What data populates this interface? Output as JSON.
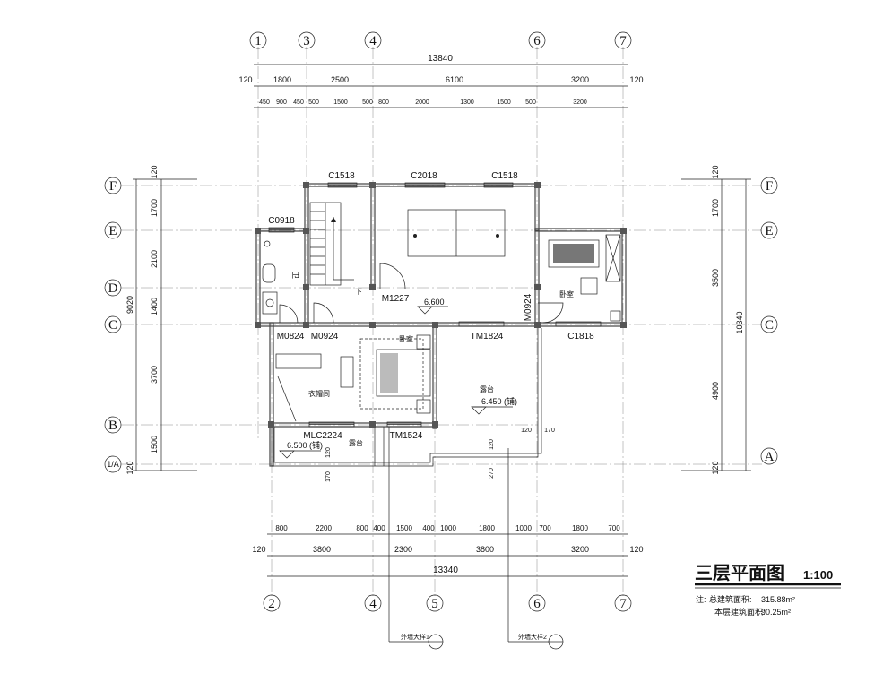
{
  "drawing": {
    "title": "三层平面图",
    "scale": "1:100",
    "note_label": "注:",
    "note_total_label": "总建筑面积:",
    "note_total_value": "315.88m²",
    "note_floor_label": "本层建筑面积:",
    "note_floor_value": "90.25m²"
  },
  "axes": {
    "top": [
      "1",
      "3",
      "4",
      "6",
      "7"
    ],
    "bottom": [
      "2",
      "4",
      "5",
      "6",
      "7"
    ],
    "left": [
      "F",
      "E",
      "D",
      "C",
      "B",
      "1/A"
    ],
    "right": [
      "F",
      "E",
      "C",
      "A"
    ]
  },
  "dims": {
    "top_total": "13840",
    "top_mid": [
      "120",
      "1800",
      "2500",
      "6100",
      "3200",
      "120"
    ],
    "top_fine": [
      "450",
      "900",
      "450",
      "500",
      "1500",
      "500",
      "800",
      "2000",
      "1300",
      "1500",
      "500",
      "3200"
    ],
    "bottom_total": "13340",
    "bottom_mid": [
      "120",
      "3800",
      "2300",
      "3800",
      "3200",
      "120"
    ],
    "bottom_fine": [
      "800",
      "2200",
      "800",
      "400",
      "1500",
      "400",
      "1000",
      "1800",
      "1000",
      "700",
      "1800",
      "700"
    ],
    "left_total": "9020",
    "left_parts": [
      "120",
      "1700",
      "2100",
      "1400",
      "3700",
      "1500",
      "120"
    ],
    "right_total": "10340",
    "right_parts": [
      "120",
      "1700",
      "3500",
      "4900",
      "120"
    ],
    "local": [
      "120",
      "170",
      "120",
      "170",
      "270",
      "120"
    ]
  },
  "labels": {
    "openings": [
      "C1518",
      "C2018",
      "C1518",
      "C0918",
      "M1227",
      "M0924",
      "M0824",
      "M0924",
      "TM1824",
      "C1818",
      "MLC2224",
      "TM1524"
    ],
    "rooms": {
      "bedroom_1": "卧室",
      "bedroom_2": "卧室",
      "closet": "衣帽间",
      "terrace_1": "露台",
      "terrace_2": "露台",
      "toilet": "卫",
      "down": "下"
    },
    "levels": [
      "6.600",
      "6.450 (铺)",
      "6.500 (铺)"
    ],
    "details": [
      "外墙大样1",
      "外墙大样2"
    ]
  }
}
